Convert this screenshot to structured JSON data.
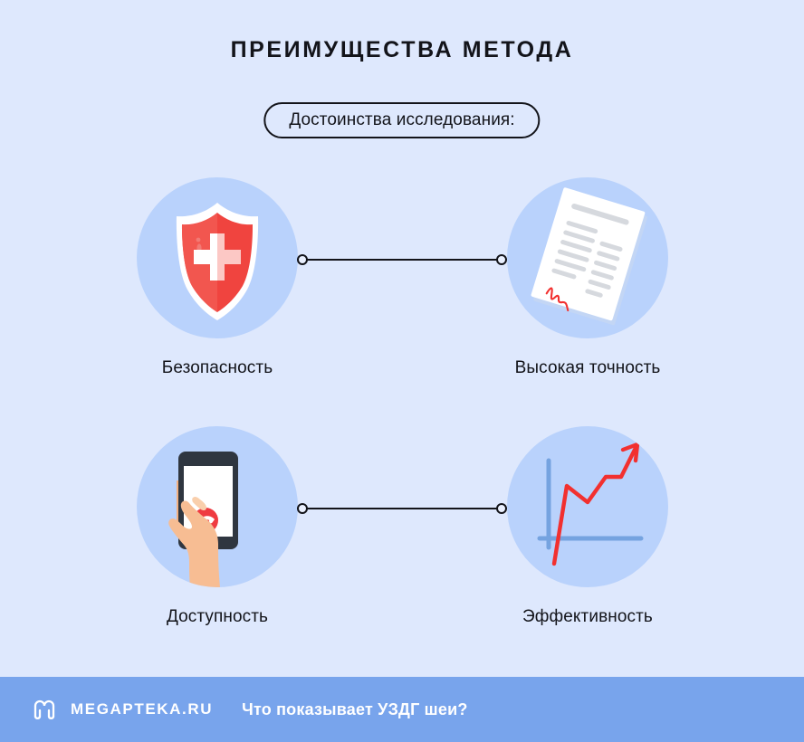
{
  "page": {
    "title": "ПРЕИМУЩЕСТВА МЕТОДА",
    "badge_text": "Достоинства исследования:",
    "background_color": "#dee8fd",
    "accent_color": "#78a4ec",
    "circle_color": "#b9d2fc",
    "text_color": "#13141a",
    "red_color": "#f2302f"
  },
  "items": [
    {
      "label": "Безопасность",
      "icon": "shield-cross-icon"
    },
    {
      "label": "Высокая точность",
      "icon": "signed-document-icon"
    },
    {
      "label": "Доступность",
      "icon": "hand-holding-phone-icon"
    },
    {
      "label": "Эффективность",
      "icon": "growth-chart-icon"
    }
  ],
  "footer": {
    "brand": "MEGAPTEKA.RU",
    "caption": "Что показывает УЗДГ шеи?",
    "logo": "megapteka-m-logo-icon",
    "background_color": "#78a4ec"
  }
}
